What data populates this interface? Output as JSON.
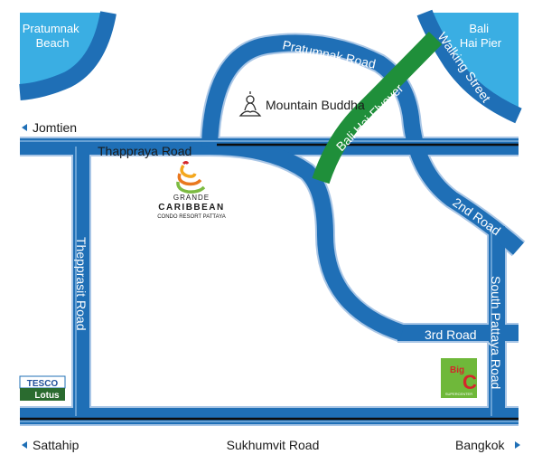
{
  "map": {
    "water": [
      {
        "name": "Pratumnak Beach"
      },
      {
        "name": "Bali Hai Pier"
      }
    ],
    "roads": {
      "pratumnak": "Pratumnak Road",
      "walking_street": "Walking Street",
      "flyover": "Bali Hai Flyover",
      "thappraya": "Thappraya Road",
      "second": "2nd Road",
      "third": "3rd Road",
      "thepprasit": "Thepprasit Road",
      "south_pattaya": "South Pattaya Road",
      "sukhumvit": "Sukhumvit Road"
    },
    "directions": {
      "west_top": "Jomtien",
      "west_bottom": "Sattahip",
      "east_bottom": "Bangkok"
    },
    "landmarks": {
      "mountain_buddha": "Mountain Buddha",
      "resort_line1": "GRANDE",
      "resort_line2": "CARIBBEAN",
      "resort_line3": "CONDO RESORT PATTAYA",
      "tesco_line1": "TESCO",
      "tesco_line2": "Lotus",
      "bigc_line1": "Big",
      "bigc_line2": "C",
      "bigc_line3": "SUPERCENTER"
    },
    "colors": {
      "road": "#1f6fb6",
      "road_edge": "#a9c6e6",
      "water": "#3aaee3",
      "flyover": "#1f8f3a",
      "rail": "#0d0d0d"
    }
  }
}
